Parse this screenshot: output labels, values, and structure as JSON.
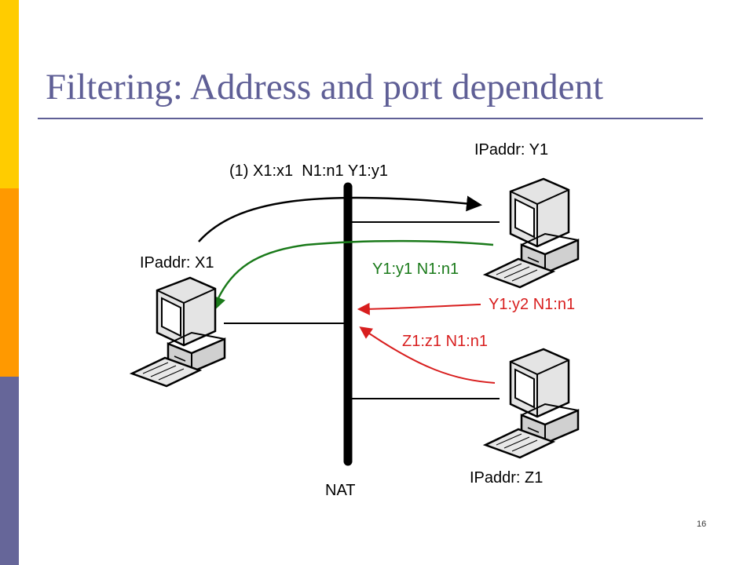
{
  "slide": {
    "title": "Filtering: Address and port dependent",
    "page_number": "16",
    "colors": {
      "title": "#5f5f96",
      "side_bar": [
        "#ffcc00",
        "#ff9900",
        "#666699"
      ],
      "outbound_flow": "#000000",
      "allowed_flow": "#1a7a1a",
      "blocked_flow": "#d81e1e"
    }
  },
  "diagram": {
    "nat_label": "NAT",
    "hosts": {
      "x1": {
        "label": "IPaddr: X1",
        "icon": "computer-icon"
      },
      "y1": {
        "label": "IPaddr: Y1",
        "icon": "computer-icon"
      },
      "z1": {
        "label": "IPaddr: Z1",
        "icon": "computer-icon"
      }
    },
    "flows": {
      "outbound": "(1) X1:x1  N1:n1 Y1:y1",
      "reply_allowed": "Y1:y1 N1:n1",
      "reply_blocked_port": "Y1:y2 N1:n1",
      "reply_blocked_host": "Z1:z1 N1:n1"
    }
  }
}
